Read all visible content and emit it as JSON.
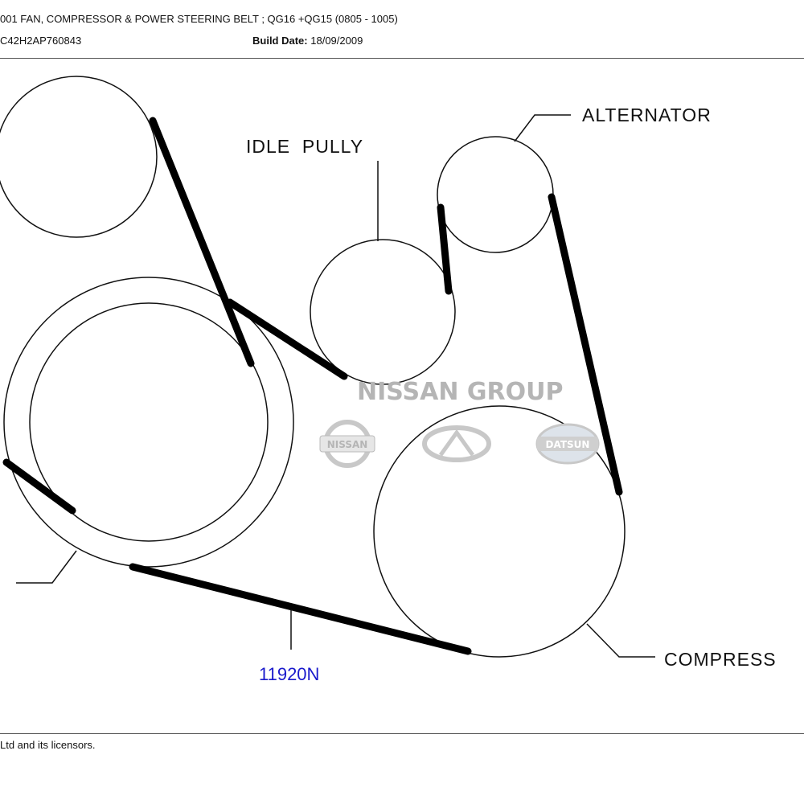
{
  "header": {
    "title": "001 FAN, COMPRESSOR & POWER STEERING BELT ; QG16 +QG15 (0805 - 1005)",
    "vin": "C42H2AP760843",
    "build_date_label": "Build Date:",
    "build_date": "18/09/2009"
  },
  "diagram": {
    "labels": {
      "idle_pully": "IDLE  PULLY",
      "alternator": "ALTERNATOR",
      "compressor": "COMPRESS",
      "part_number": "11920N"
    },
    "watermark": {
      "title": "NISSAN GROUP",
      "logos": [
        "NISSAN",
        "INFINITI",
        "DATSUN"
      ]
    },
    "colors": {
      "part_number": "#1a1acc",
      "watermark": "#b5b5b5"
    }
  },
  "footer": {
    "copyright": "Ltd and its licensors."
  }
}
